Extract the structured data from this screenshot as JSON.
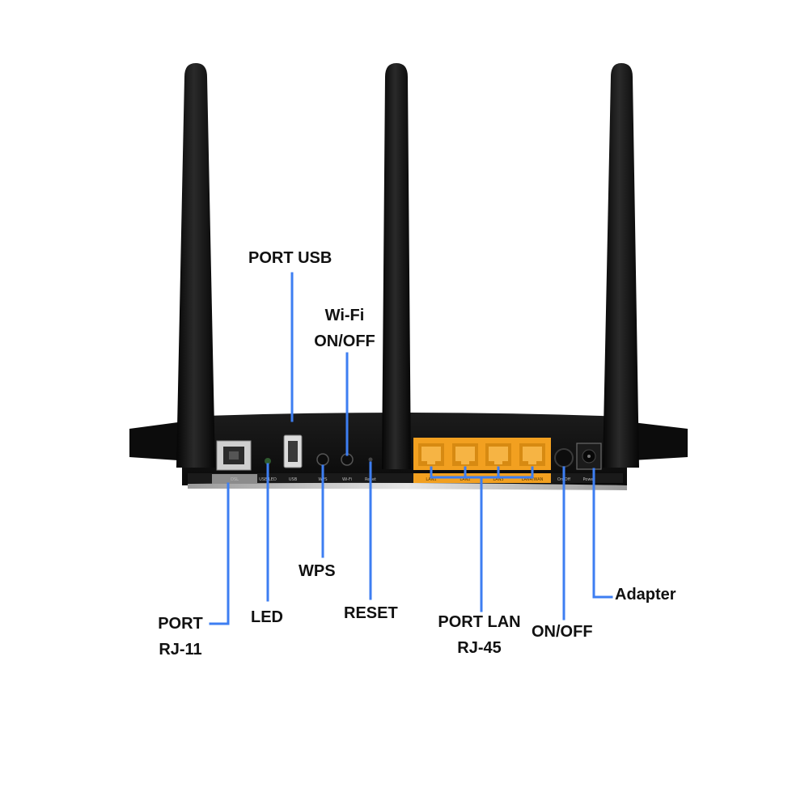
{
  "colors": {
    "callout_line": "#3d7ef2",
    "router_body": "#111111",
    "lan_ports": "#f2a020",
    "label_text": "#111111"
  },
  "callouts": {
    "port_usb": "PORT USB",
    "wifi_line1": "Wi-Fi",
    "wifi_line2": "ON/OFF",
    "wps": "WPS",
    "port_rj11_line1": "PORT",
    "port_rj11_line2": "RJ-11",
    "led": "LED",
    "reset": "RESET",
    "port_lan_line1": "PORT LAN",
    "port_lan_line2": "RJ-45",
    "on_off": "ON/OFF",
    "adapter": "Adapter"
  },
  "port_labels": {
    "dsl": "DSL",
    "usb_led": "USB LED",
    "usb": "USB",
    "wps": "WPS",
    "wifi": "Wi-Fi",
    "reset": "Reset",
    "lan1": "LAN1",
    "lan2": "LAN2",
    "lan3": "LAN3",
    "lan4_wan": "LAN4/WAN",
    "on_off": "On/Off",
    "power": "Power"
  },
  "icons": [
    "router-antenna-icon",
    "rj11-port-icon",
    "usb-port-icon",
    "rj45-port-icon",
    "power-jack-icon"
  ]
}
